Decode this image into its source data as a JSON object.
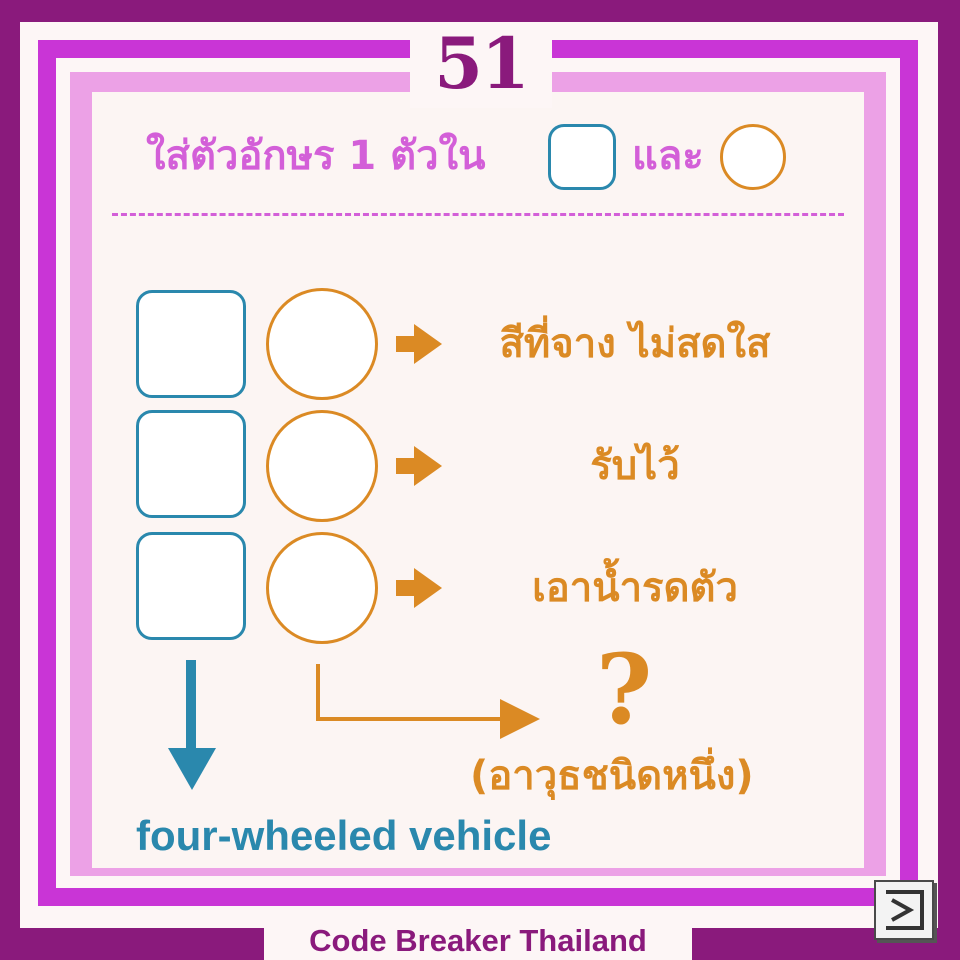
{
  "puzzle_number": "51",
  "instruction": {
    "text": "ใส่ตัวอักษร 1 ตัวใน",
    "connector": "และ"
  },
  "clues": [
    {
      "text": "สีที่จาง ไม่สดใส"
    },
    {
      "text": "รับไว้"
    },
    {
      "text": "เอาน้ำรดตัว"
    }
  ],
  "answers": {
    "down_squares": "four-wheeled vehicle",
    "circles_mark": "?",
    "circles_hint": "(อาวุธชนิดหนึ่ง)"
  },
  "footer": "Code Breaker Thailand",
  "colors": {
    "frame_purple": "#8a1a7c",
    "frame_magenta": "#c935d6",
    "frame_pink": "#eca1e6",
    "square_blue": "#2a88ad",
    "circle_orange": "#db8a24",
    "instruction_pink": "#d35fd8"
  },
  "icons": [
    "arrow-right-icon",
    "arrow-down-icon",
    "bent-arrow-icon",
    "logo-icon"
  ]
}
